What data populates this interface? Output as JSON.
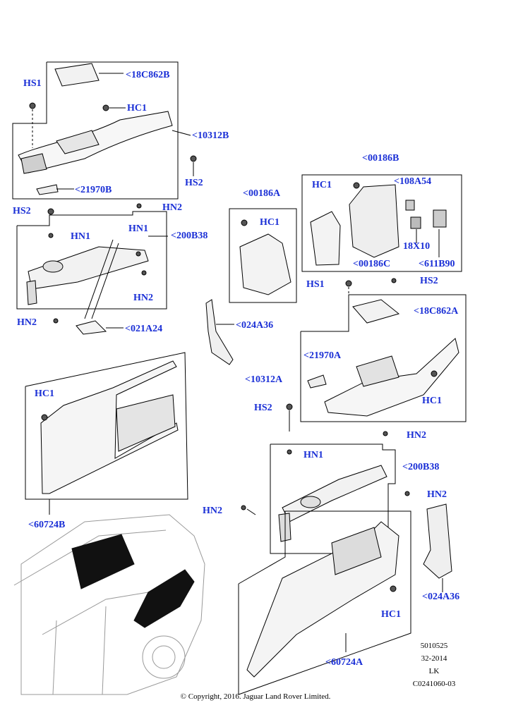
{
  "labels": {
    "hs1": "HS1",
    "c18c862b": "<18C862B",
    "hc1_a": "HC1",
    "c10312b": "<10312B",
    "hs2_a": "HS2",
    "c21970b": "<21970B",
    "hs2_b": "HS2",
    "hn2_a": "HN2",
    "hn1_a": "HN1",
    "hn1_b": "HN1",
    "c200b38_a": "<200B38",
    "hn2_b": "HN2",
    "hn2_c": "HN2",
    "c021a24": "<021A24",
    "c00186a": "<00186A",
    "hc1_b": "HC1",
    "c00186b": "<00186B",
    "hc1_c": "HC1",
    "c108a54": "<108A54",
    "x18x10": "18X10",
    "c00186c": "<00186C",
    "c611b90": "<611B90",
    "hs1_b": "HS1",
    "hs2_c": "HS2",
    "c18c862a": "<18C862A",
    "c024a36_a": "<024A36",
    "c21970a": "<21970A",
    "c10312a": "<10312A",
    "hc1_d": "HC1",
    "hs2_d": "HS2",
    "hn2_d": "HN2",
    "hn1_c": "HN1",
    "c200b38_b": "<200B38",
    "hc1_e": "HC1",
    "c60724b": "<60724B",
    "hn2_e": "HN2",
    "hn2_f": "HN2",
    "c024a36_b": "<024A36",
    "hc1_f": "HC1",
    "c60724a": "<60724A"
  },
  "meta": {
    "ref1": "5010525",
    "ref2": "32-2014",
    "ref3": "LK",
    "ref4": "C0241060-03"
  },
  "copyright": "© Copyright, 2016. Jaguar Land Rover Limited."
}
